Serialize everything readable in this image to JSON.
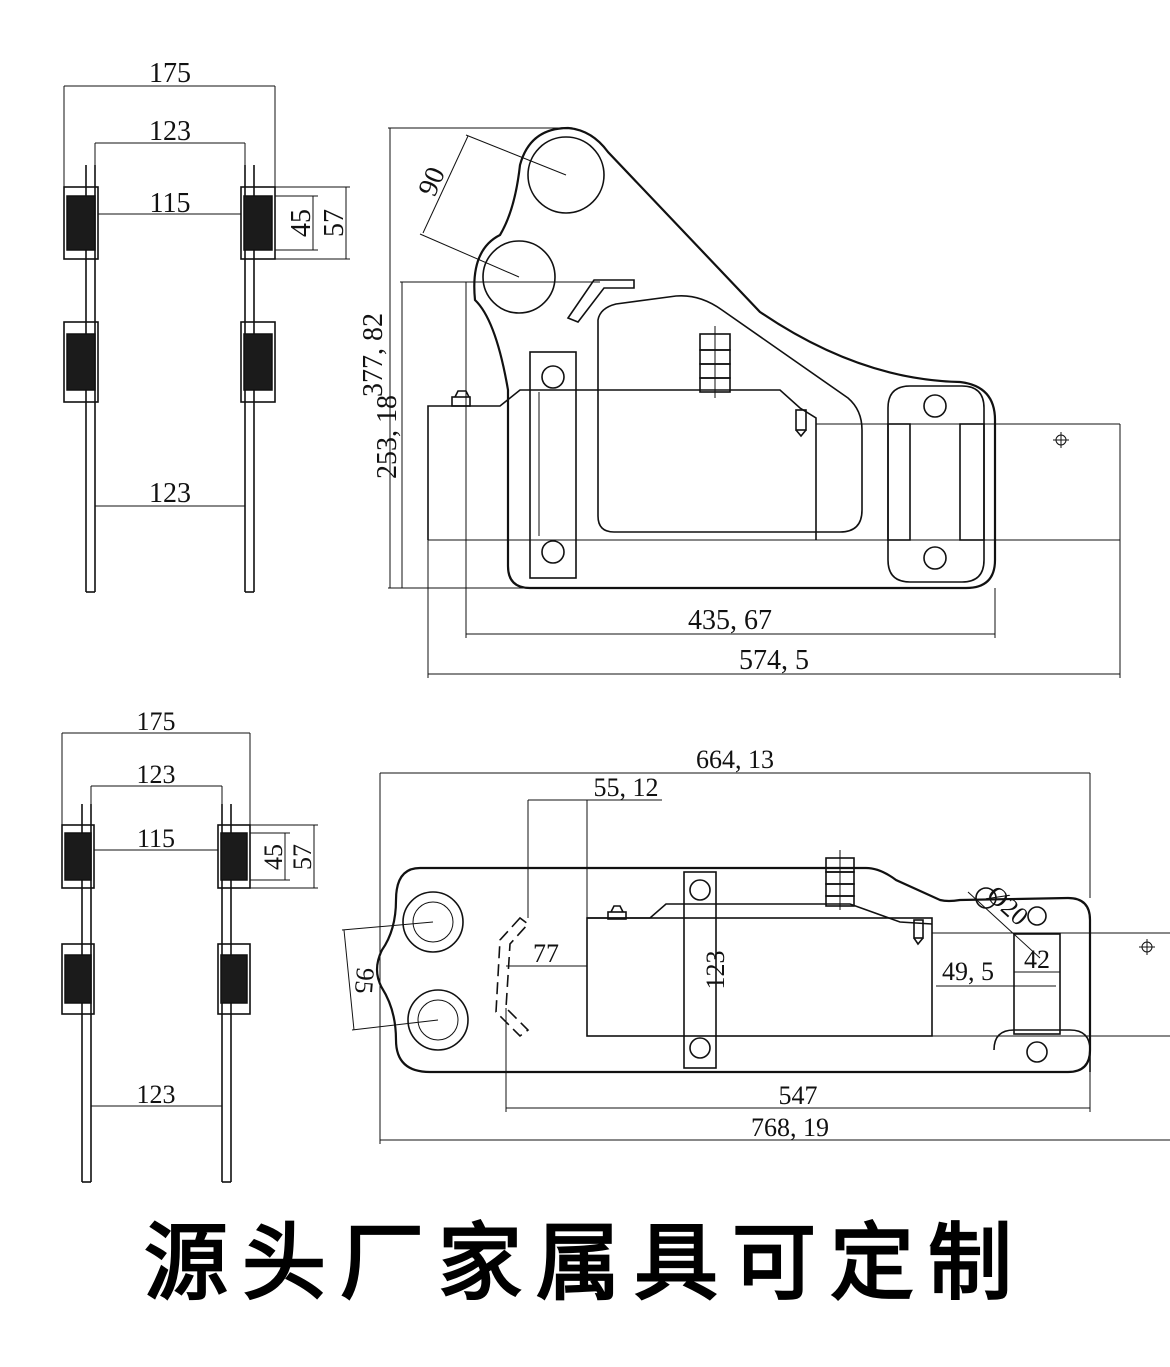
{
  "caption": "源头厂家属具可定制",
  "top_side_view": {
    "dim_overall_width": "175",
    "dim_inner_width": "123",
    "dim_gap": "115",
    "dim_block_height": "45",
    "dim_block_overall": "57",
    "dim_rod_spacing": "123"
  },
  "top_front_view": {
    "dim_pin_spacing": "90",
    "dim_height_overall": "377, 82",
    "dim_height_inner": "253, 18",
    "dim_length_inner": "435, 67",
    "dim_length_overall": "574, 5"
  },
  "bottom_side_view": {
    "dim_overall_width": "175",
    "dim_inner_width": "123",
    "dim_gap": "115",
    "dim_block_height": "45",
    "dim_block_overall": "57",
    "dim_rod_spacing": "123"
  },
  "bottom_front_view": {
    "dim_top_length": "664, 13",
    "dim_offset": "55, 12",
    "dim_pin_spacing": "95",
    "dim_front_offset": "77",
    "dim_body_height": "123",
    "dim_hole": "Ø20",
    "dim_rear_offset": "49, 5",
    "dim_rear_width": "42",
    "dim_length_inner": "547",
    "dim_length_overall": "768, 19"
  }
}
